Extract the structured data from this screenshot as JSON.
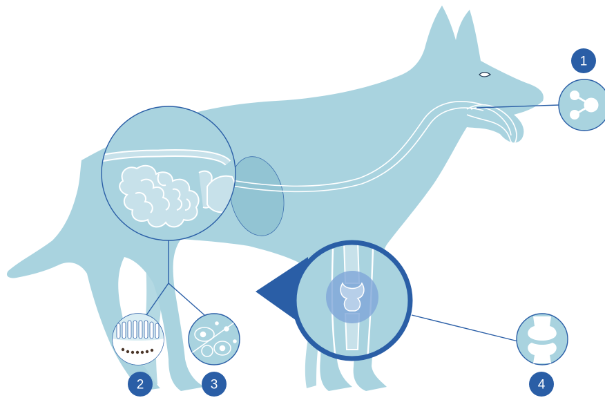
{
  "colors": {
    "body": "#a9d3df",
    "outline": "#ffffff",
    "accent": "#2a5ea6",
    "inner": "#c7e1ea"
  },
  "markers": [
    {
      "label": "1",
      "icon": "molecule-icon"
    },
    {
      "label": "2",
      "icon": "intestinal-villi-icon"
    },
    {
      "label": "3",
      "icon": "cells-icon"
    },
    {
      "label": "4",
      "icon": "joint-icon"
    }
  ]
}
